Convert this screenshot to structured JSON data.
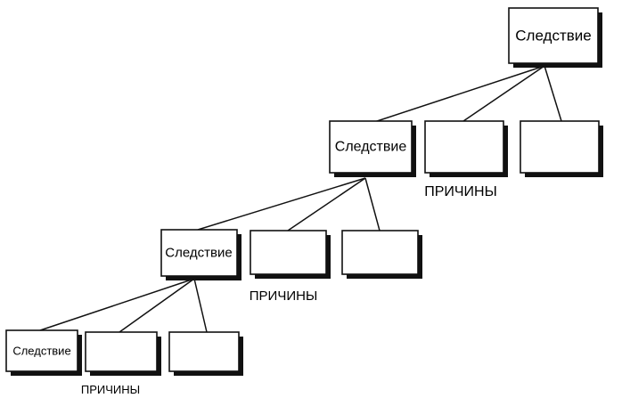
{
  "diagram": {
    "levels": [
      {
        "effect": "Следствие",
        "causes_label": "ПРИЧИНЫ"
      },
      {
        "effect": "Следствие",
        "causes_label": "ПРИЧИНЫ"
      },
      {
        "effect": "Следствие",
        "causes_label": "ПРИЧИНЫ"
      },
      {
        "effect": "Следствие"
      }
    ]
  },
  "colors": {
    "ink": "#111111",
    "background": "#ffffff"
  }
}
